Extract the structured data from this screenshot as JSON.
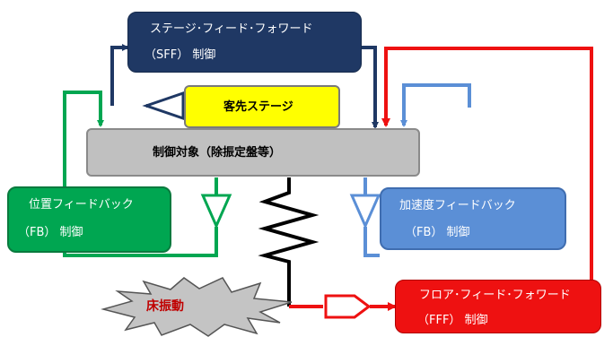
{
  "nodes": {
    "sff": {
      "line1": "ステージ･フィード･フォワード",
      "line2": "（SFF） 制御"
    },
    "customer_stage": {
      "label": "客先ステージ"
    },
    "control_target": {
      "label": "制御対象（除振定盤等）"
    },
    "fb_position": {
      "line1": "位置フィードバック",
      "line2": "（FB） 制御"
    },
    "fb_accel": {
      "line1": "加速度フィードバック",
      "line2": "（FB） 制御"
    },
    "floor_vibration": {
      "label": "床振動"
    },
    "fff": {
      "line1": "フロア･フィード･フォワード",
      "line2": "（FFF） 制御"
    }
  },
  "colors": {
    "navy": "#1f3864",
    "green": "#00a651",
    "blue": "#5b8fd6",
    "red": "#ee1111",
    "yellow": "#ffff00",
    "gray": "#c0c0c0",
    "black": "#000000"
  }
}
